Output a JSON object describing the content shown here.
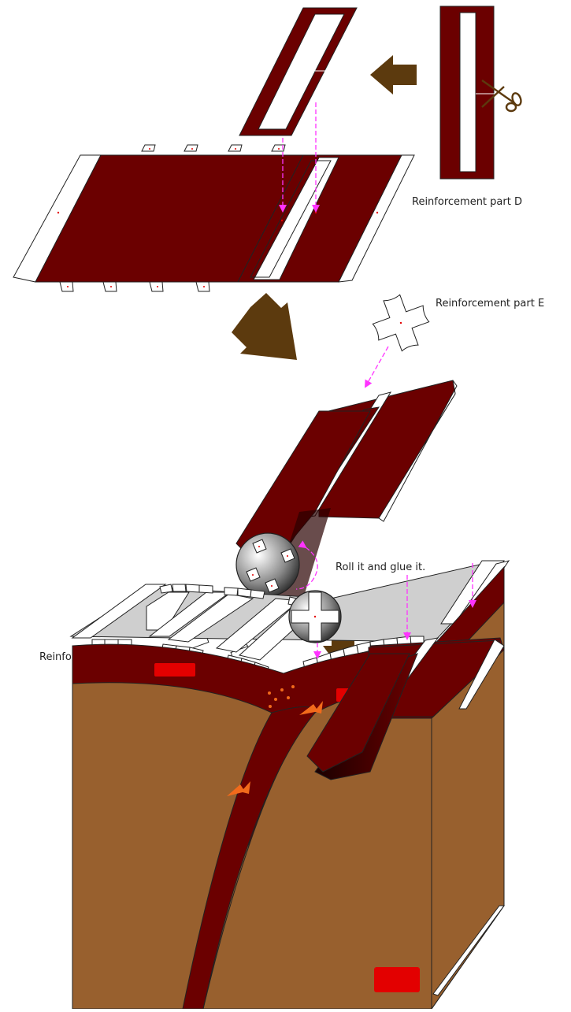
{
  "labels": {
    "part_d": "Reinforcement part D",
    "part_e_top": "Reinforcement part E",
    "roll_instruction": "Roll it and glue it.",
    "part_e_left": "Reinforcement part E"
  },
  "colors": {
    "maroon": "#6b0000",
    "white": "#ffffff",
    "outline": "#222222",
    "arrow_brown": "#5c3a0e",
    "guide_magenta": "#ff33ff",
    "mantle_brown": "#98602e",
    "panel_grey": "#cfcfcf",
    "magma_red": "#e30000",
    "flow_orange": "#f26a1b"
  },
  "icons": {
    "scissors": "scissors-icon",
    "step_arrow": "arrow-icon",
    "glue_dot": "glue-dot-icon"
  }
}
